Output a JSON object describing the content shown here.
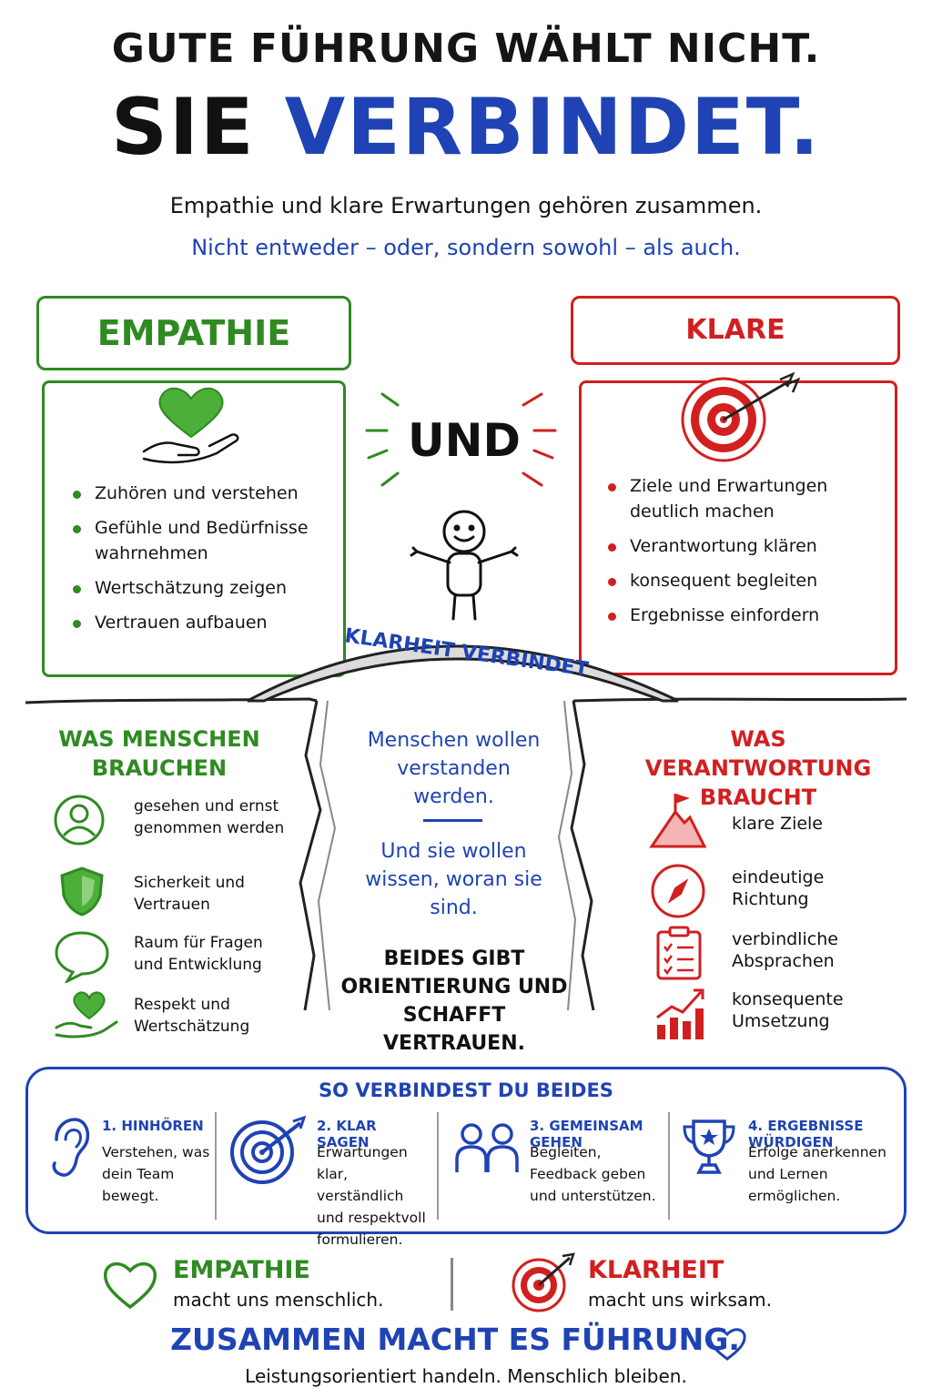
{
  "header": {
    "line1": "GUTE FÜHRUNG WÄHLT NICHT.",
    "line2_black": "SIE",
    "line2_blue": "VERBINDET.",
    "subtitle": "Empathie und klare Erwartungen gehören zusammen.",
    "subtitle2": "Nicht entweder – oder, sondern sowohl – als auch."
  },
  "empathy_card": {
    "title": "EMPATHIE",
    "items": [
      "Zuhören und verstehen",
      "Gefühle und Bedürfnisse wahrnehmen",
      "Wertschätzung zeigen",
      "Vertrauen aufbauen"
    ]
  },
  "expectations_card": {
    "title": "KLARE ERWARTUNGEN",
    "items": [
      "Ziele und Erwartungen deutlich machen",
      "Verantwortung klären",
      "konsequent begleiten",
      "Ergebnisse einfordern"
    ]
  },
  "center": {
    "und": "UND",
    "bridge_label": "KLARHEIT VERBINDET",
    "text1": "Menschen wollen verstanden werden.",
    "text2": "Und sie wollen wissen, woran sie sind.",
    "text3": "BEIDES GIBT ORIENTIERUNG UND SCHAFFT VERTRAUEN."
  },
  "needs": {
    "title": "WAS MENSCHEN BRAUCHEN",
    "items": [
      {
        "icon": "person-icon",
        "label": "gesehen und ernst genommen werden"
      },
      {
        "icon": "shield-icon",
        "label": "Sicherkeit und Vertrauen"
      },
      {
        "icon": "speech-bubble-icon",
        "label": "Raum für Fragen und Entwicklung"
      },
      {
        "icon": "heart-hand-icon",
        "label": "Respekt und Wertschätzung"
      }
    ]
  },
  "responsibility": {
    "title": "WAS VERANTWORTUNG BRAUCHT",
    "items": [
      {
        "icon": "mountain-flag-icon",
        "label": "klare Ziele"
      },
      {
        "icon": "compass-icon",
        "label": "eindeutige Richtung"
      },
      {
        "icon": "clipboard-icon",
        "label": "verbindliche Absprachen"
      },
      {
        "icon": "growth-chart-icon",
        "label": "konsequente Umsetzung"
      }
    ]
  },
  "steps": {
    "title": "SO VERBINDEST DU BEIDES",
    "items": [
      {
        "icon": "ear-icon",
        "heading": "1. HINHÖREN",
        "text": "Verstehen, was dein Team bewegt."
      },
      {
        "icon": "target-icon",
        "heading": "2. KLAR SAGEN",
        "text": "Erwartungen klar, verständlich und respektvoll formulieren."
      },
      {
        "icon": "people-icon",
        "heading": "3. GEMEINSAM GEHEN",
        "text": "Begleiten, Feedback geben und unterstützen."
      },
      {
        "icon": "trophy-icon",
        "heading": "4. ERGEBNISSE WÜRDIGEN",
        "text": "Erfolge anerkennen und Lernen ermöglichen."
      }
    ]
  },
  "footer": {
    "left_title": "EMPATHIE",
    "left_text": "macht uns menschlich.",
    "right_title": "KLARHEIT",
    "right_text": "macht uns wirksam.",
    "final": "ZUSAMMEN MACHT ES FÜHRUNG.",
    "final_sub": "Leistungsorientiert handeln.  Menschlich bleiben."
  },
  "colors": {
    "green": "#2f8a22",
    "red": "#d21f1f",
    "blue": "#1f43b4",
    "ink": "#151515"
  }
}
